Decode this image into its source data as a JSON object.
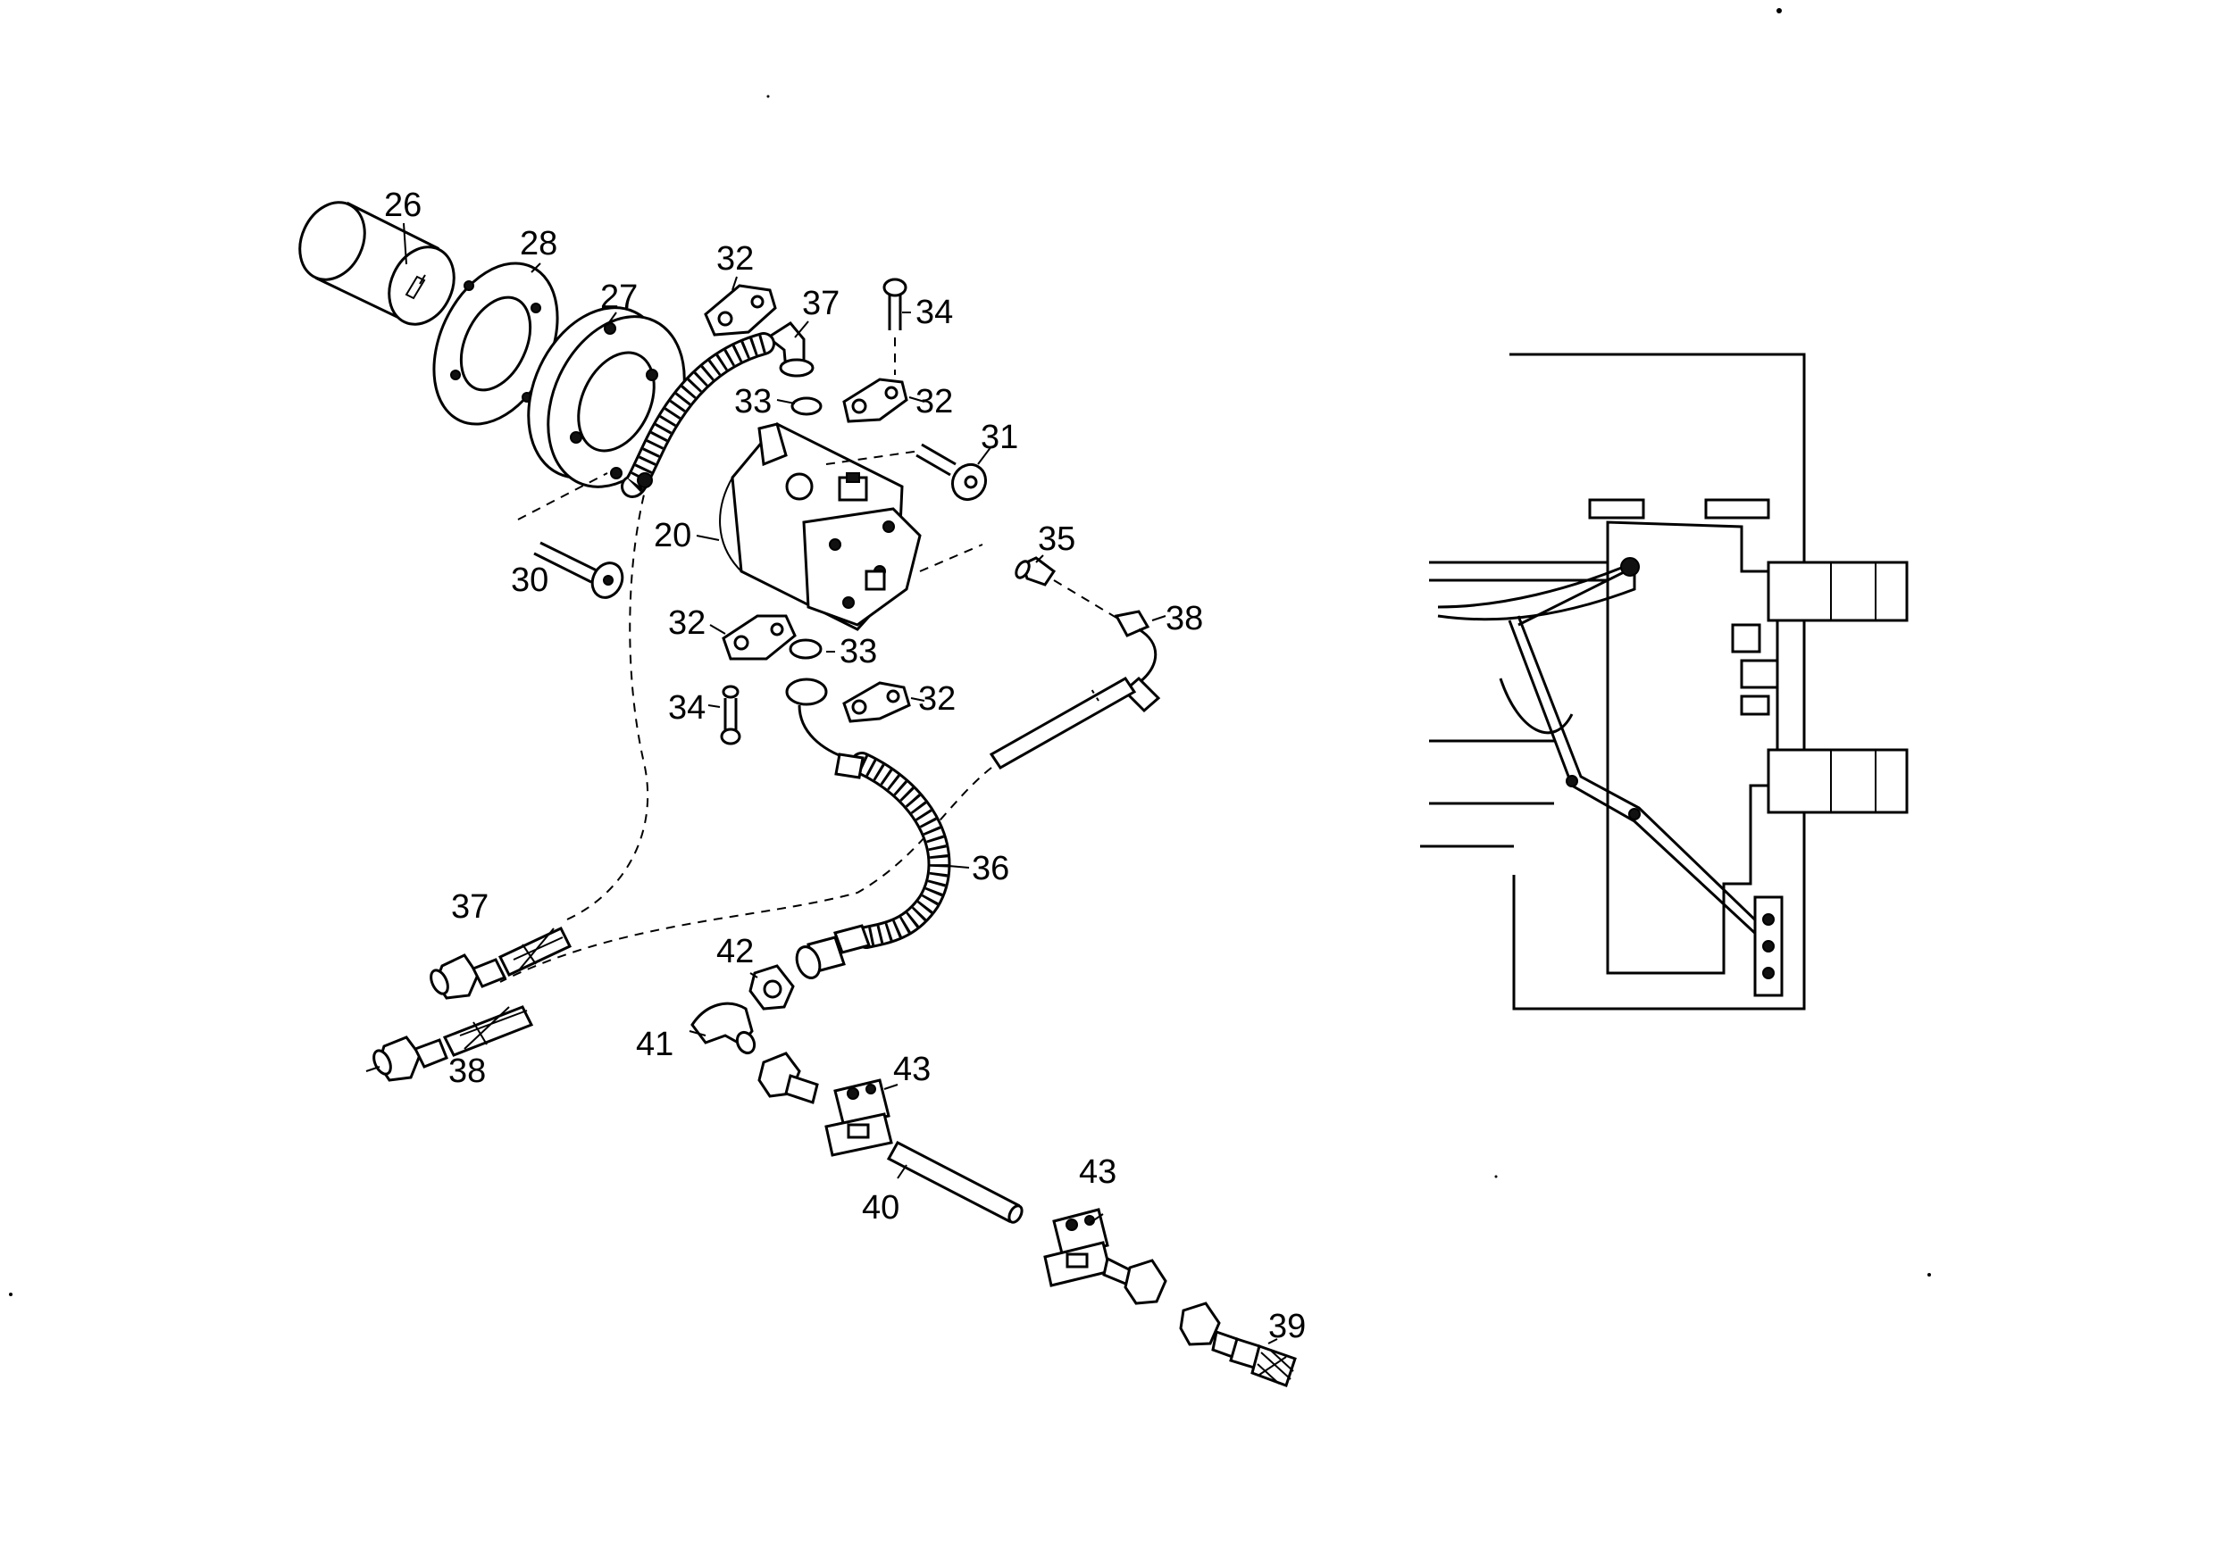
{
  "sheet": {
    "callouts": [
      {
        "id": "c26a",
        "text": "26"
      },
      {
        "id": "c28",
        "text": "28"
      },
      {
        "id": "c27",
        "text": "27"
      },
      {
        "id": "c32a",
        "text": "32"
      },
      {
        "id": "c37a",
        "text": "37"
      },
      {
        "id": "c34a",
        "text": "34"
      },
      {
        "id": "c33a",
        "text": "33"
      },
      {
        "id": "c32b",
        "text": "32"
      },
      {
        "id": "c31",
        "text": "31"
      },
      {
        "id": "c20",
        "text": "20"
      },
      {
        "id": "c30",
        "text": "30"
      },
      {
        "id": "c35",
        "text": "35"
      },
      {
        "id": "c38a",
        "text": "38"
      },
      {
        "id": "c32c",
        "text": "32"
      },
      {
        "id": "c33b",
        "text": "33"
      },
      {
        "id": "c32d",
        "text": "32"
      },
      {
        "id": "c34b",
        "text": "34"
      },
      {
        "id": "c36",
        "text": "36"
      },
      {
        "id": "c37b",
        "text": "37"
      },
      {
        "id": "c42",
        "text": "42"
      },
      {
        "id": "c38b",
        "text": "38"
      },
      {
        "id": "c41",
        "text": "41"
      },
      {
        "id": "c43a",
        "text": "43"
      },
      {
        "id": "c40",
        "text": "40"
      },
      {
        "id": "c43b",
        "text": "43"
      },
      {
        "id": "c39",
        "text": "39"
      }
    ]
  }
}
